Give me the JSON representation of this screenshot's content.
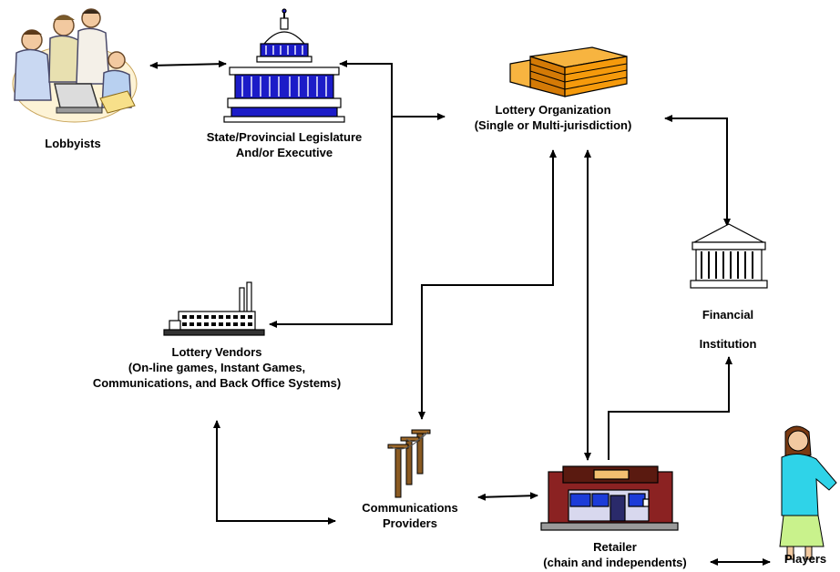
{
  "nodes": {
    "lobbyists": {
      "label": "Lobbyists",
      "icon": "lobbyists-clipart-icon"
    },
    "legislature": {
      "line1": "State/Provincial Legislature",
      "line2": "And/or Executive",
      "icon": "capitol-building-icon"
    },
    "lottery_org": {
      "line1": "Lottery Organization",
      "line2": "(Single or Multi-jurisdiction)",
      "icon": "office-building-icon"
    },
    "financial": {
      "line1": "Financial",
      "line2": "Institution",
      "icon": "bank-building-icon"
    },
    "vendors": {
      "line1": "Lottery Vendors",
      "line2": "(On-line games, Instant Games,",
      "line3": "Communications, and Back Office Systems)",
      "icon": "factory-icon"
    },
    "comm": {
      "line1": "Communications",
      "line2": "Providers",
      "icon": "telephone-poles-icon"
    },
    "retailer": {
      "line1": "Retailer",
      "line2": "(chain and independents)",
      "icon": "store-icon"
    },
    "players": {
      "label": "Players",
      "icon": "woman-player-icon"
    }
  },
  "colors": {
    "capitol_blue": "#1c1cc8",
    "lottery_orange": "#f59a0c",
    "store_brick": "#8b2222",
    "pole_brown": "#8a5a22",
    "player_cyan": "#2fd3e8",
    "player_skirt": "#c9f28c"
  }
}
